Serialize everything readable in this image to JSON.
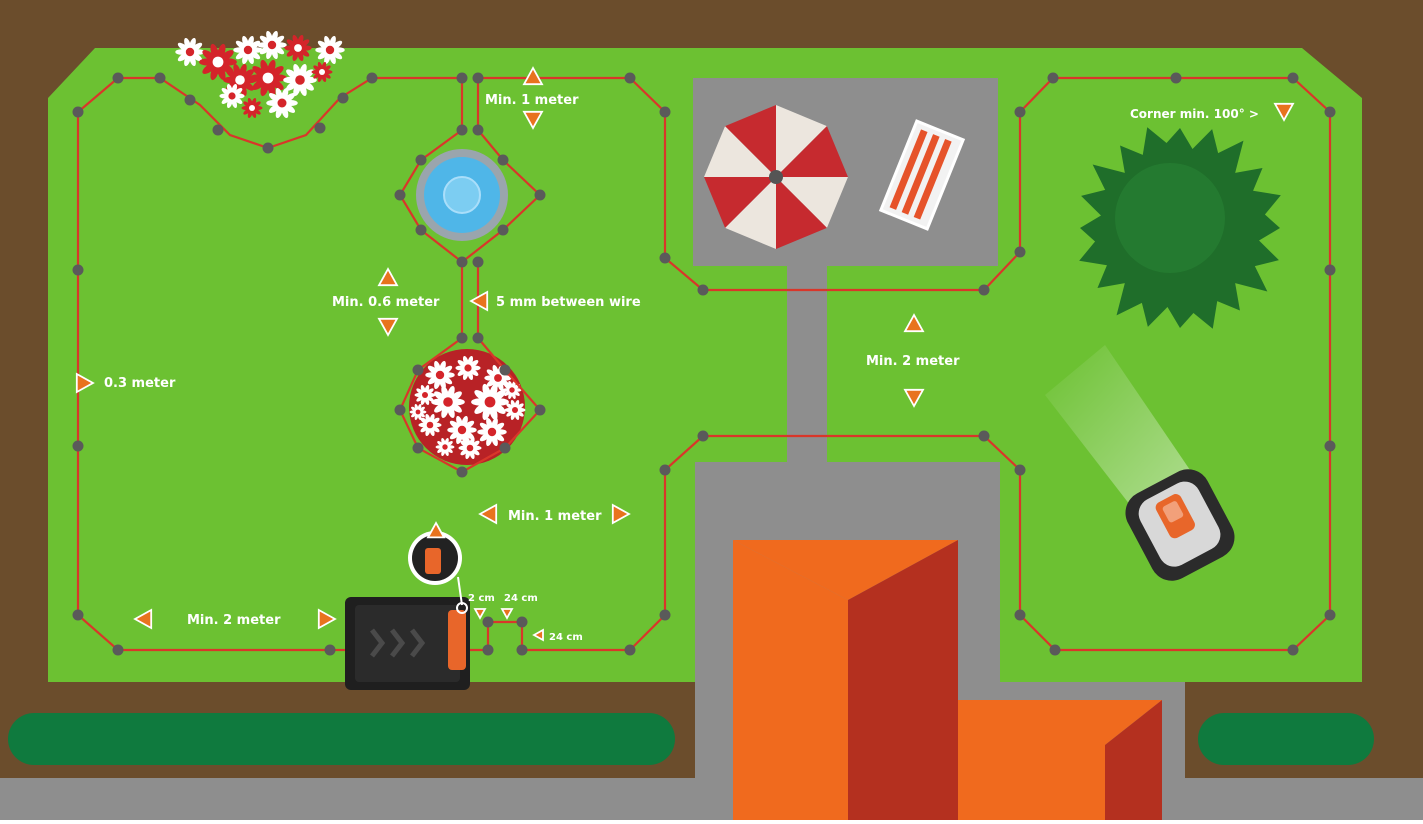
{
  "labels": {
    "min_1_meter_top": "Min. 1 meter",
    "corner_min_100": "Corner min. 100° >",
    "min_06_meter": "Min. 0.6 meter",
    "five_mm_between_wire": "5 mm between wire",
    "min_2_meter_center": "Min. 2 meter",
    "point_3_meter": "0.3 meter",
    "min_1_meter_bottom": "Min. 1 meter",
    "min_2_meter_bottom": "Min. 2 meter",
    "two_cm": "2 cm",
    "twentyfour_cm_a": "24 cm",
    "twentyfour_cm_b": "24 cm"
  },
  "colors": {
    "soil": "#6b4d2c",
    "lawn": "#6cc132",
    "paving": "#8e8e8e",
    "hedge": "#0f7a3e",
    "wire": "#d9362a",
    "peg": "#5a5a5a",
    "arrow": "#e8731e",
    "roof_light": "#f06a1e",
    "roof_dark": "#b4301f",
    "tree": "#1f6e2a",
    "water": "#4fb6e8"
  }
}
